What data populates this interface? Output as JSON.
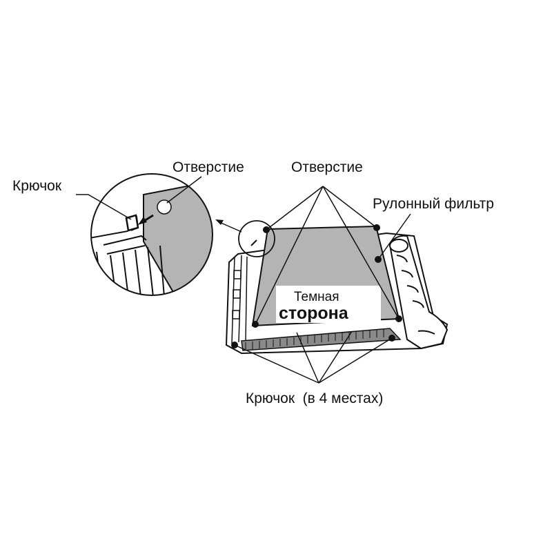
{
  "labels": {
    "hook_detail": "Крючок",
    "hole_detail": "Отверстие",
    "hole_main": "Отверстие",
    "roll_filter": "Рулонный фильтр",
    "dark_side_line1": "Темная",
    "dark_side_line2": "сторона",
    "hooks_four": "Крючок  (в 4 местах)"
  },
  "colors": {
    "filter_fill": "#b4b4b4",
    "line": "#111111",
    "background": "#ffffff"
  },
  "icons": [
    "hook-point",
    "hole-point",
    "detail-magnifier",
    "arrow"
  ]
}
